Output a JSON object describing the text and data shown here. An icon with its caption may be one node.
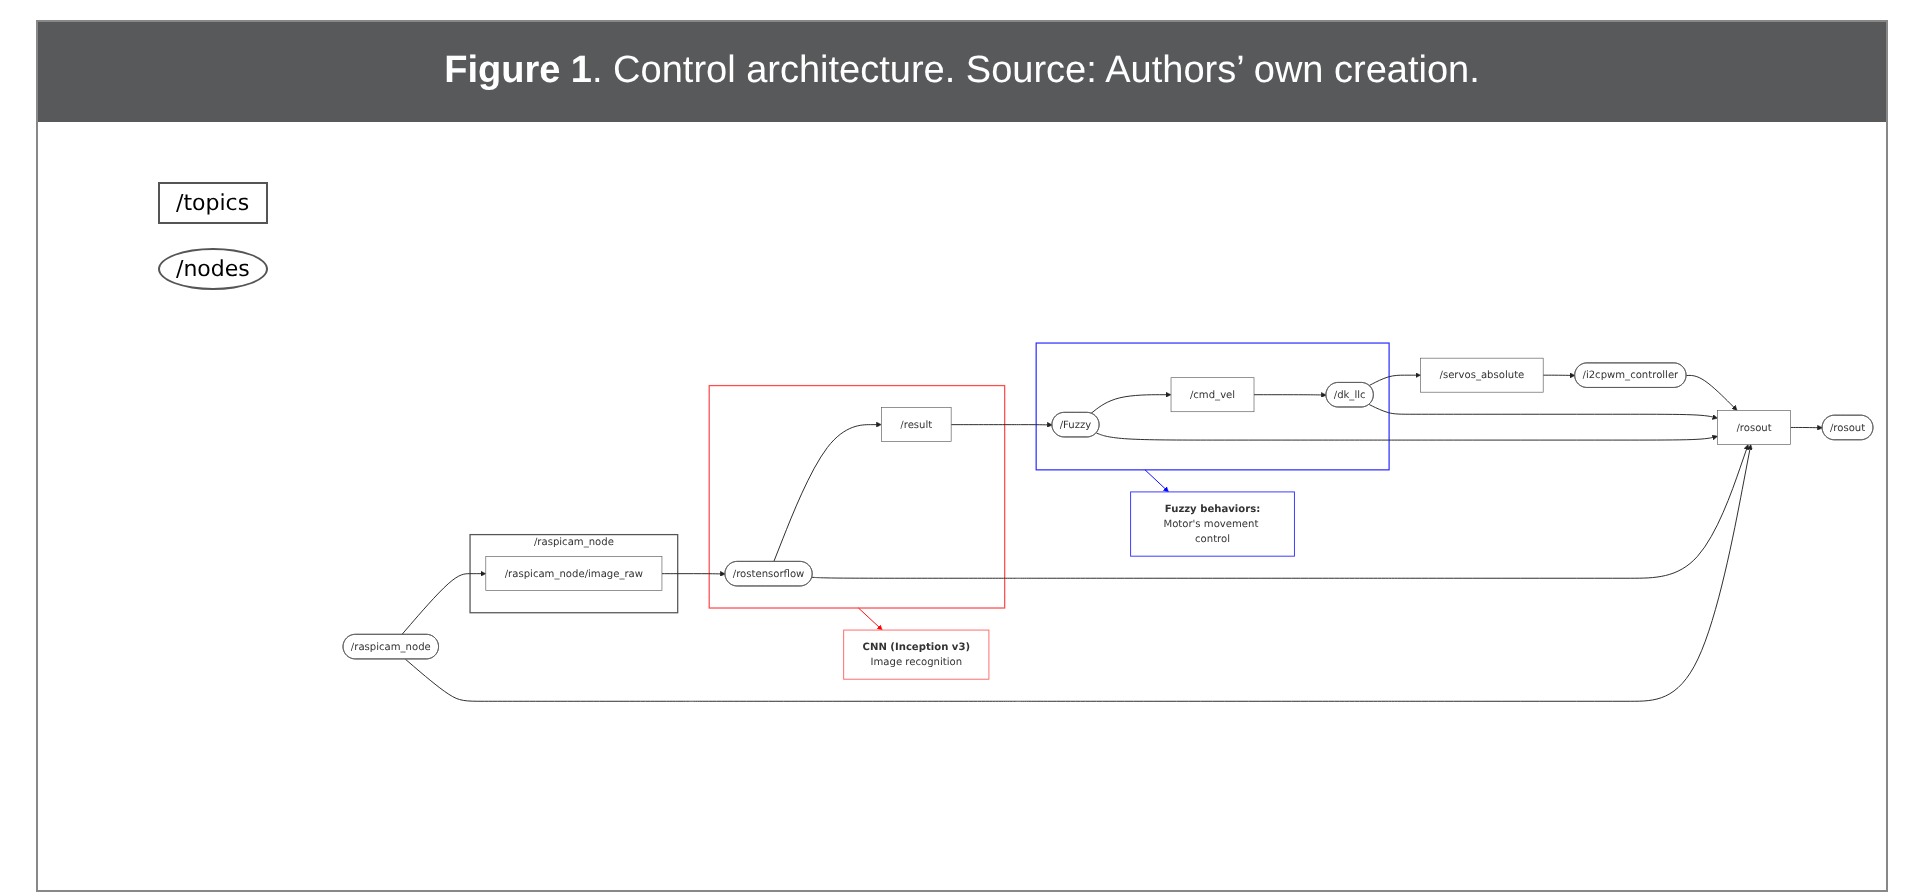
{
  "diagram": {
    "title": "**Figure 1**. Control architecture. Source: Authors’ own creation.",
    "nodes": [
      {
        "text": [
          "/raspicam_node"
        ]
      },
      {
        "text": [
          "/raspicam_node/image_raw"
        ],
        "in": 0
      },
      {
        "text": [],
        "shape": "box"
      },
      {
        "text": [
          "/rostensorflow"
        ],
        "in": 2
      },
      {
        "text": [
          "/result"
        ],
        "in": 2
      },
      {
        "text": [],
        "shape": "box"
      },
      {
        "text": [
          "/Fuzzy"
        ],
        "in": 5
      },
      {
        "text": [
          "/cmd_vel"
        ],
        "in": 5
      },
      {
        "text": [
          "/dk_llc"
        ],
        "in": 5
      },
      {
        "text": [
          "/servos_absolute"
        ]
      },
      {
        "text": [
          "/i2cpwm_controller"
        ]
      },
      {
        "text": [
          "/rosout"
        ]
      },
      {
        "text": [
          "/rosout"
        ]
      },
      {
        "text": [
          "/raspicam_node"
        ]
      },
      {
        "text": [
          "CNN (Inception v3)",
          "Image recognition"
        ]
      },
      {
        "text": [
          "Fuzzy behaviors:",
          "Motor's movement control"
        ]
      }
    ],
    "edges": [
      {
        "from": 13,
        "to": 1,
        "arrow": "to"
      },
      {
        "from": 1,
        "to": 3,
        "arrow": "to"
      },
      {
        "from": 3,
        "to": 4,
        "arrow": "to"
      },
      {
        "from": 4,
        "to": 6,
        "arrow": "to"
      },
      {
        "from": 6,
        "to": 7,
        "arrow": "to"
      },
      {
        "from": 7,
        "to": 8,
        "arrow": "to"
      },
      {
        "from": 8,
        "to": 9,
        "arrow": "to"
      },
      {
        "from": 9,
        "to": 10,
        "arrow": "to"
      },
      {
        "from": 10,
        "to": 11,
        "arrow": "to"
      },
      {
        "from": 6,
        "to": 11,
        "arrow": "to"
      },
      {
        "from": 8,
        "to": 11,
        "arrow": "to"
      },
      {
        "from": 3,
        "to": 11,
        "arrow": "to"
      },
      {
        "from": 13,
        "to": 11,
        "arrow": "to"
      },
      {
        "from": 11,
        "to": 12,
        "arrow": "to"
      },
      {
        "from": 2,
        "to": 14,
        "arrow": "to",
        "color": "#ff0000"
      },
      {
        "from": 5,
        "to": 15,
        "arrow": "to",
        "color": "#0000ff"
      }
    ],
    "legend": [
      {
        "text": "/topics"
      },
      {
        "text": "/nodes"
      }
    ]
  }
}
